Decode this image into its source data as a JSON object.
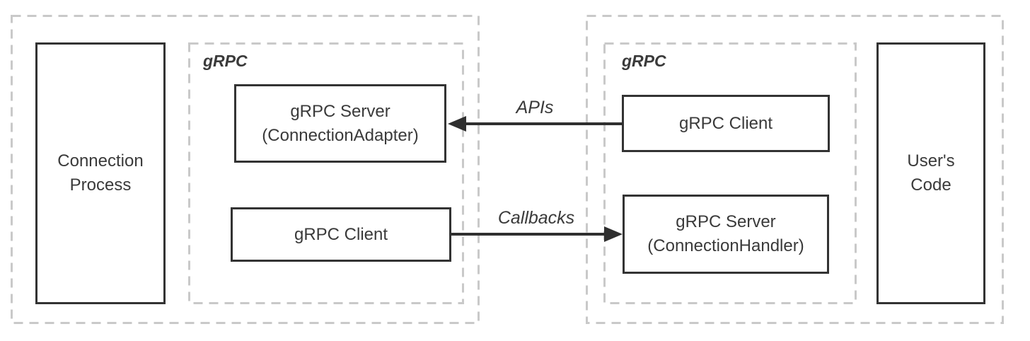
{
  "colors": {
    "background": "#ffffff",
    "solid_border": "#333333",
    "dashed_border": "#c9c9c9",
    "text": "#3a3a3a",
    "arrow": "#2f2f2f"
  },
  "left": {
    "grpc_label": "gRPC",
    "process_label": "Connection\nProcess",
    "server_label": "gRPC Server\n(ConnectionAdapter)",
    "client_label": "gRPC Client"
  },
  "right": {
    "grpc_label": "gRPC",
    "client_label": "gRPC Client",
    "server_label": "gRPC Server\n(ConnectionHandler)",
    "users_code_label": "User's\nCode"
  },
  "arrows": {
    "apis": "APIs",
    "callbacks": "Callbacks"
  }
}
